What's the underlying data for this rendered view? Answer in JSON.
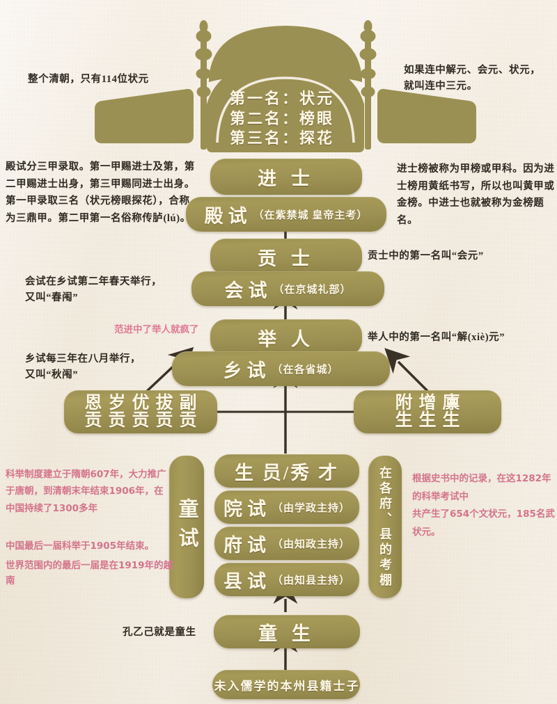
{
  "theme": {
    "paper": "#f2ebdf",
    "plaque_gold": "#9d9153",
    "plaque_text": "#fdf7e6",
    "ink": "#2e2a22",
    "pink": "#d4748c"
  },
  "crown": {
    "lines": [
      "第一名：状元",
      "第二名：榜眼",
      "第三名：探花"
    ]
  },
  "ladder": [
    {
      "id": "jinshi",
      "main": "进 士",
      "sub": ""
    },
    {
      "id": "dianshi",
      "main": "殿试",
      "sub": "（在紫禁城 皇帝主考）"
    },
    {
      "id": "gongshi",
      "main": "贡 士",
      "sub": ""
    },
    {
      "id": "huishi",
      "main": "会试",
      "sub": "（在京城礼部）"
    },
    {
      "id": "juren",
      "main": "举 人",
      "sub": ""
    },
    {
      "id": "xiangshi",
      "main": "乡试",
      "sub": "（在各省城）"
    }
  ],
  "tribute_box": {
    "row1": "恩岁优拔副",
    "row2": "贡贡贡贡贡"
  },
  "student_box": {
    "row1": "附增廪",
    "row2": "生生生"
  },
  "tongshi": {
    "label": "童试",
    "venue": "在各府、县的考棚",
    "rows": [
      {
        "main": "生 员/秀 才",
        "sub": ""
      },
      {
        "main": "院试",
        "sub": "（由学政主持）"
      },
      {
        "main": "府试",
        "sub": "（由知政主持）"
      },
      {
        "main": "县试",
        "sub": "（由知县主持）"
      }
    ]
  },
  "bottom": {
    "tongsheng": "童 生",
    "origin": "未入儒学的本州县籍士子"
  },
  "notes": {
    "zhuangyuan_count": "整个清朝，只有114位状元",
    "lianzhong": "如果连中解元、会元、状元，\n就叫连中三元。",
    "dianshi_detail": "殿试分三甲录取。第一甲赐进士及第，第二甲赐进士出身，第三甲赐同进士出身。第一甲录取三名（状元榜眼探花），合称为三鼎甲。第二甲第一名俗称传胪(lú)。",
    "jiabang": "进士榜被称为甲榜或甲科。因为进士榜用黄纸书写，所以也叫黄甲或金榜。中进士也就被称为金榜题名。",
    "huiyuan": "贡士中的第一名叫“会元”",
    "huishi_time": "会试在乡试第二年春天举行，\n又叫“春闱”",
    "fanjin": "范进中了举人就疯了",
    "xiangshi_time": "乡试每三年在八月举行，\n又叫“秋闱”",
    "jieyuan": "举人中的第一名叫“解(xiè)元”",
    "system_history": "科举制度建立于隋朝607年，大力推广于唐朝，到清朝末年结束1906年，在中国持续了1300多年",
    "last_china": "中国最后一届科举于1905年结束。",
    "last_world": "世界范围内的最后一届是在1919年的越南",
    "statistics": "根据史书中的记录，在这1282年的科举考试中\n共产生了654个文状元，185名武状元。",
    "kongyiji": "孔乙己就是童生"
  }
}
